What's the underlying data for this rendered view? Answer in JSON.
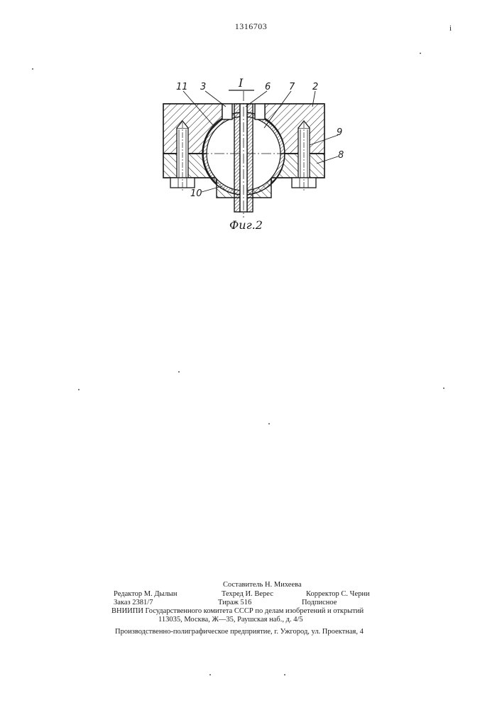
{
  "document": {
    "patent_number": "1316703",
    "corner_mark": "i"
  },
  "figure": {
    "section_label": "I",
    "caption": "Фиг.2",
    "callouts": [
      "11",
      "3",
      "6",
      "7",
      "2",
      "9",
      "8",
      "10"
    ]
  },
  "imprint": {
    "compiler": "Составитель Н. Михеева",
    "editor": "Редактор М. Дылын",
    "techred": "Техред И. Верес",
    "proofreader": "Корректор С. Черни",
    "order": "Заказ 2381/7",
    "print_run": "Тираж 516",
    "subscription": "Подписное",
    "institution_line1": "ВНИИПИ Государственного комитета СССР по делам изобретений и открытий",
    "institution_line2": "113035, Москва, Ж—35, Раушская наб., д. 4/5",
    "printer": "Производственно-полиграфическое предприятие, г. Ужгород, ул. Проектная, 4"
  }
}
